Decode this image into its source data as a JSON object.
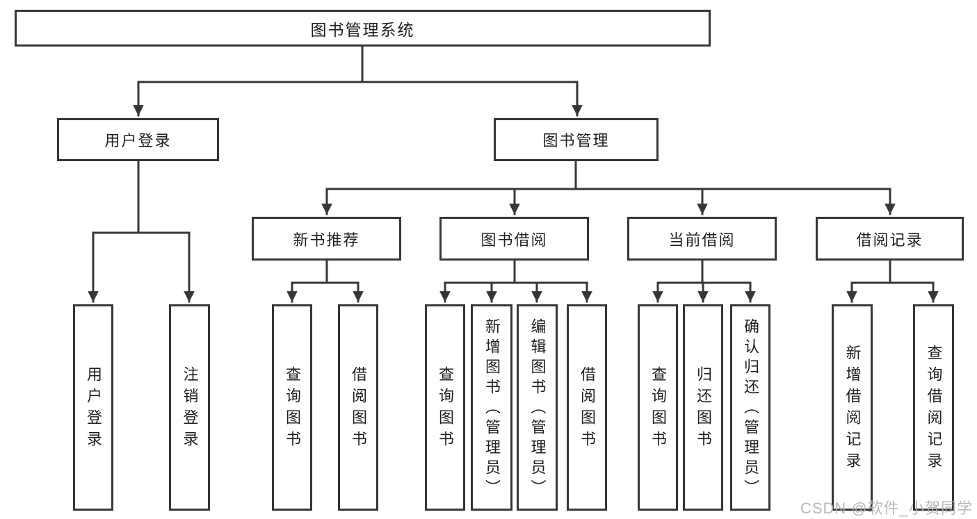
{
  "diagram": {
    "type": "hierarchy-tree",
    "colors": {
      "line": "#363636",
      "box_border": "#363636",
      "text": "#1f1f1f",
      "background": "#ffffff",
      "watermark": "#afafaf"
    },
    "watermark": "CSDN @软件_小贺同学",
    "nodes": {
      "root": "图书管理系统",
      "user_login": "用户登录",
      "book_mgmt": "图书管理",
      "new_book": "新书推荐",
      "book_borrow": "图书借阅",
      "current_borrow": "当前借阅",
      "borrow_record": "借阅记录",
      "leaf_user_login": "用户登录",
      "leaf_logout": "注销登录",
      "leaf_nb_query": "查询图书",
      "leaf_nb_borrow": "借阅图书",
      "leaf_bb_query": "查询图书",
      "leaf_bb_add": "新增图书（管理员）",
      "leaf_bb_edit": "编辑图书（管理员）",
      "leaf_bb_borrow": "借阅图书",
      "leaf_cb_query": "查询图书",
      "leaf_cb_return": "归还图书",
      "leaf_cb_confirm": "确认归还（管理员）",
      "leaf_br_add": "新增借阅记录",
      "leaf_br_query": "查询借阅记录"
    },
    "hierarchy": [
      {
        "from": "root",
        "to": [
          "user_login",
          "book_mgmt"
        ]
      },
      {
        "from": "user_login",
        "to": [
          "leaf_user_login",
          "leaf_logout"
        ]
      },
      {
        "from": "book_mgmt",
        "to": [
          "new_book",
          "book_borrow",
          "current_borrow",
          "borrow_record"
        ]
      },
      {
        "from": "new_book",
        "to": [
          "leaf_nb_query",
          "leaf_nb_borrow"
        ]
      },
      {
        "from": "book_borrow",
        "to": [
          "leaf_bb_query",
          "leaf_bb_add",
          "leaf_bb_edit",
          "leaf_bb_borrow"
        ]
      },
      {
        "from": "current_borrow",
        "to": [
          "leaf_cb_query",
          "leaf_cb_return",
          "leaf_cb_confirm"
        ]
      },
      {
        "from": "borrow_record",
        "to": [
          "leaf_br_add",
          "leaf_br_query"
        ]
      }
    ]
  }
}
